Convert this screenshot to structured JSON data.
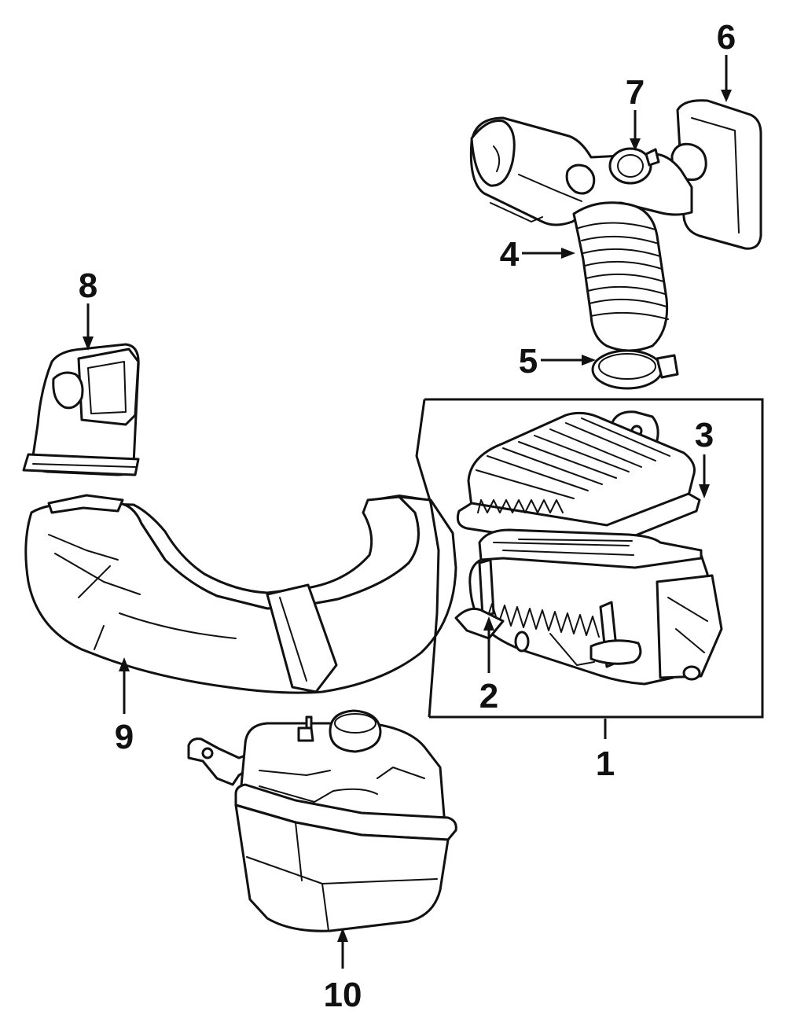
{
  "diagram": {
    "callouts": [
      {
        "id": "1",
        "label": "1"
      },
      {
        "id": "2",
        "label": "2"
      },
      {
        "id": "3",
        "label": "3"
      },
      {
        "id": "4",
        "label": "4"
      },
      {
        "id": "5",
        "label": "5"
      },
      {
        "id": "6",
        "label": "6"
      },
      {
        "id": "7",
        "label": "7"
      },
      {
        "id": "8",
        "label": "8"
      },
      {
        "id": "9",
        "label": "9"
      },
      {
        "id": "10",
        "label": "10"
      }
    ],
    "line_color": "#111111",
    "background": "#ffffff"
  }
}
